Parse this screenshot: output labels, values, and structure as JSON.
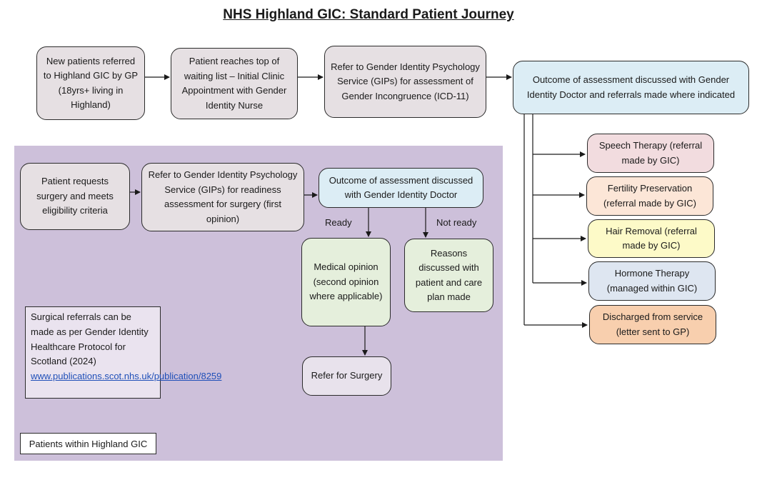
{
  "title": "NHS Highland GIC: Standard Patient Journey",
  "top_row": {
    "new_patients": "New patients referred to Highland GIC by GP (18yrs+ living in Highland)",
    "waiting_list": "Patient reaches top of waiting list – Initial Clinic Appointment with Gender Identity Nurse",
    "refer_gips": "Refer to Gender Identity Psychology Service (GIPs) for assessment of Gender Incongruence (ICD-11)",
    "outcome": "Outcome of assessment discussed with Gender Identity Doctor and referrals made where indicated"
  },
  "referrals": [
    "Speech Therapy (referral made by GIC)",
    "Fertility Preservation (referral made by GIC)",
    "Hair Removal (referral made by GIC)",
    "Hormone Therapy (managed within GIC)",
    "Discharged from service (letter sent to GP)"
  ],
  "colors": {
    "panel": "#cdc0da",
    "speech": "#f2dcdf",
    "fertility": "#fce6d7",
    "hair": "#fdfac8",
    "hormone": "#dee6f1",
    "discharged": "#f8cfae"
  },
  "surgery": {
    "request": "Patient requests surgery and meets eligibility criteria",
    "refer_gips": "Refer to Gender Identity Psychology Service (GIPs) for readiness assessment for surgery (first opinion)",
    "outcome": "Outcome of assessment discussed with Gender Identity Doctor",
    "ready_label": "Ready",
    "not_ready_label": "Not ready",
    "medical_opinion": "Medical opinion (second opinion where applicable)",
    "reasons": "Reasons discussed with patient and care plan made",
    "refer_surgery": "Refer for Surgery"
  },
  "note": {
    "text": "Surgical referrals can be made as per Gender Identity Healthcare Protocol for Scotland (2024)",
    "link": "www.publications.scot.nhs.uk/publication/8259"
  },
  "legend": "Patients within Highland GIC"
}
